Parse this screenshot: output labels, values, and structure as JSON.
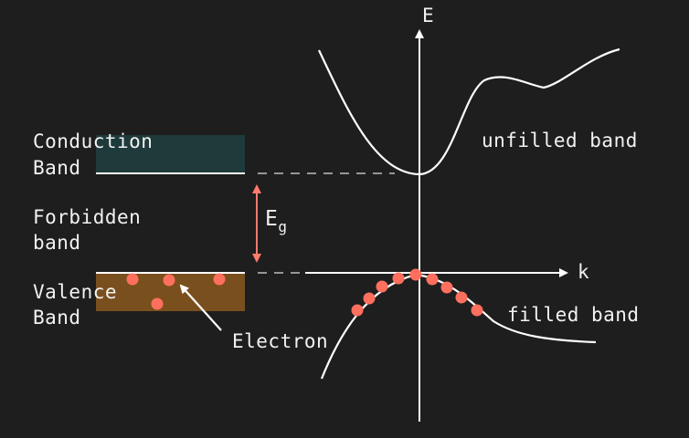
{
  "labels": {
    "conduction_line1": "Conduction",
    "conduction_line2": "Band",
    "forbidden_line1": "Forbidden",
    "forbidden_line2": "band",
    "valence_line1": "Valence",
    "valence_line2": "Band",
    "electron": "Electron",
    "gap_symbol": "E",
    "gap_subscript": "g",
    "energy_axis": "E",
    "momentum_axis": "k",
    "unfilled_band": "unfilled band",
    "filled_band": "filled band"
  },
  "colors": {
    "background": "#1e1e1e",
    "conduction_band_fill": "#1f3a3a",
    "valence_band_fill": "#7a4f1e",
    "electron_dot": "#ff6f5e",
    "gap_arrow": "#ff7b6b",
    "curve": "#ffffff",
    "text": "#f2f2f2"
  }
}
